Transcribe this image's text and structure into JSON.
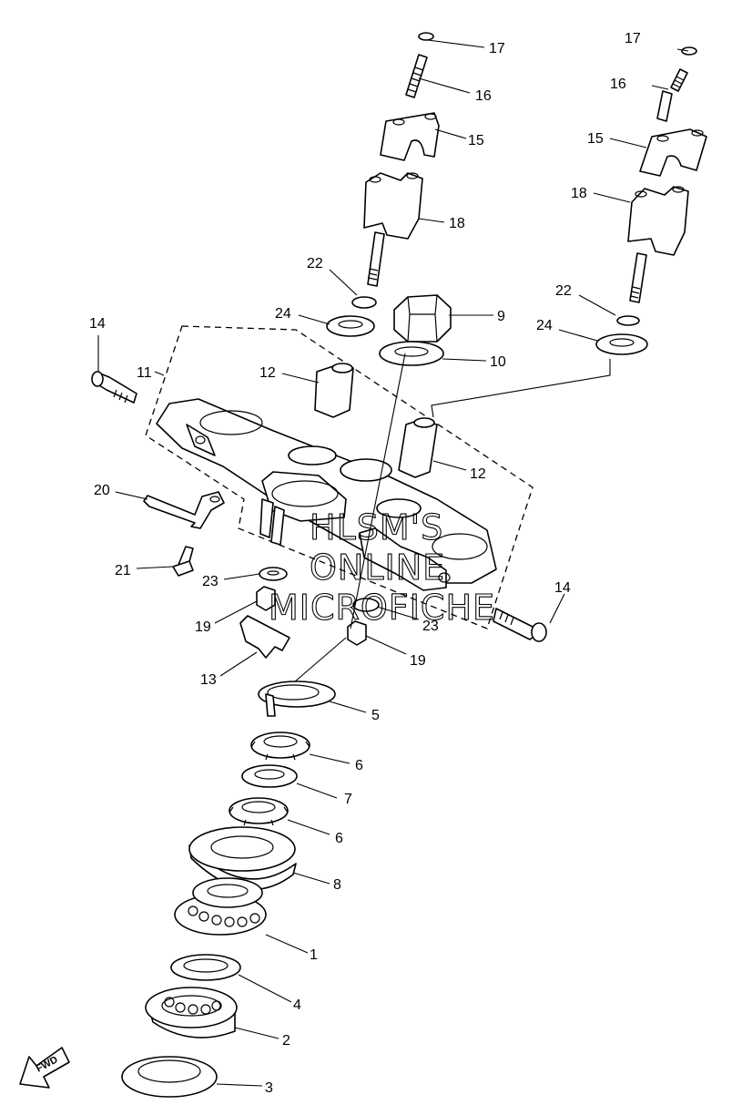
{
  "watermark": {
    "line1": "HLSM'S",
    "line2": "ONLINE",
    "line3": "MICROFICHE"
  },
  "fwd_badge": "FWD",
  "callouts": {
    "c17a": "17",
    "c16a": "16",
    "c15a": "15",
    "c18a": "18",
    "c17b": "17",
    "c16b": "16",
    "c15b": "15",
    "c18b": "18",
    "c22a": "22",
    "c24a": "24",
    "c9": "9",
    "c10": "10",
    "c22b": "22",
    "c24b": "24",
    "c14a": "14",
    "c11": "11",
    "c12a": "12",
    "c12b": "12",
    "c20": "20",
    "c21": "21",
    "c23a": "23",
    "c14b": "14",
    "c19a": "19",
    "c23b": "23",
    "c19b": "19",
    "c13": "13",
    "c5": "5",
    "c6a": "6",
    "c7": "7",
    "c6b": "6",
    "c8": "8",
    "c1": "1",
    "c4": "4",
    "c2": "2",
    "c3": "3"
  }
}
